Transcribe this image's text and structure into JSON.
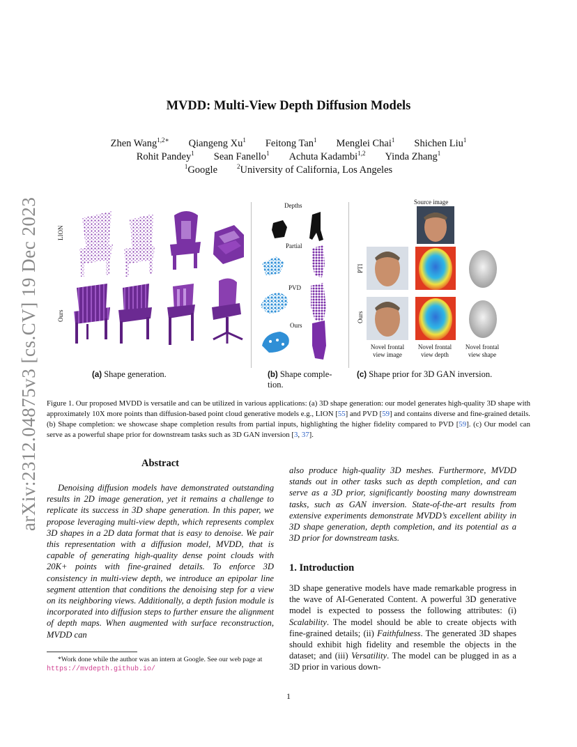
{
  "title": "MVDD: Multi-View Depth Diffusion Models",
  "authors_line1": [
    {
      "name": "Zhen Wang",
      "sup": "1,2∗"
    },
    {
      "name": "Qiangeng Xu",
      "sup": "1"
    },
    {
      "name": "Feitong Tan",
      "sup": "1"
    },
    {
      "name": "Menglei Chai",
      "sup": "1"
    },
    {
      "name": "Shichen Liu",
      "sup": "1"
    }
  ],
  "authors_line2": [
    {
      "name": "Rohit Pandey",
      "sup": "1"
    },
    {
      "name": "Sean Fanello",
      "sup": "1"
    },
    {
      "name": "Achuta Kadambi",
      "sup": "1,2"
    },
    {
      "name": "Yinda Zhang",
      "sup": "1"
    }
  ],
  "affiliations": [
    {
      "sup": "1",
      "name": "Google"
    },
    {
      "sup": "2",
      "name": "University of California, Los Angeles"
    }
  ],
  "arxiv_stamp": "arXiv:2312.04875v3  [cs.CV]  19 Dec 2023",
  "figure": {
    "panel_a": {
      "row_labels": [
        "LION",
        "Ours"
      ],
      "letter": "(a)",
      "caption": "Shape generation."
    },
    "panel_b": {
      "labels": [
        "Depths",
        "Partial",
        "PVD",
        "Ours"
      ],
      "letter": "(b)",
      "caption_l1": "Shape comple-",
      "caption_l2": "tion."
    },
    "panel_c": {
      "source_label": "Source image",
      "row_labels": [
        "PTI",
        "Ours"
      ],
      "col_labels": [
        [
          "Novel frontal",
          "view image"
        ],
        [
          "Novel frontal",
          "view depth"
        ],
        [
          "Novel frontal",
          "view shape"
        ]
      ],
      "letter": "(c)",
      "caption": "Shape prior for 3D GAN inversion."
    },
    "caption_parts": {
      "p1": "Figure 1. Our proposed MVDD is versatile and can be utilized in various applications: (a) 3D shape generation: our model generates high-quality 3D shape with approximately 10X more points than diffusion-based point cloud generative models e.g., LION [",
      "r1": "55",
      "p2": "] and PVD [",
      "r2": "59",
      "p3": "] and contains diverse and fine-grained details. (b) Shape completion: we showcase shape completion results from partial inputs, highlighting the higher fidelity compared to PVD [",
      "r3": "59",
      "p4": "]. (c) Our model can serve as a powerful shape prior for downstream tasks such as 3D GAN inversion [",
      "r4": "3",
      "sep": ", ",
      "r5": "37",
      "p5": "]."
    }
  },
  "abstract": {
    "heading": "Abstract",
    "left_text": "Denoising diffusion models have demonstrated outstanding results in 2D image generation, yet it remains a challenge to replicate its success in 3D shape generation. In this paper, we propose leveraging multi-view depth, which represents complex 3D shapes in a 2D data format that is easy to denoise. We pair this representation with a diffusion model, MVDD, that is capable of generating high-quality dense point clouds with 20K+ points with fine-grained details. To enforce 3D consistency in multi-view depth, we introduce an epipolar line segment attention that conditions the denoising step for a view on its neighboring views. Additionally, a depth fusion module is incorporated into diffusion steps to further ensure the alignment of depth maps. When augmented with surface reconstruction, MVDD can",
    "right_text": "also produce high-quality 3D meshes. Furthermore, MVDD stands out in other tasks such as depth completion, and can serve as a 3D prior, significantly boosting many downstream tasks, such as GAN inversion. State-of-the-art results from extensive experiments demonstrate MVDD’s excellent ability in 3D shape generation, depth completion, and its potential as a 3D prior for downstream tasks."
  },
  "introduction": {
    "heading": "1. Introduction",
    "t1": "3D shape generative models have made remarkable progress in the wave of AI-Generated Content. A powerful 3D generative model is expected to possess the following attributes: (i) ",
    "e1": "Scalability",
    "t2": ". The model should be able to create objects with fine-grained details; (ii) ",
    "e2": "Faithfulness",
    "t3": ". The generated 3D shapes should exhibit high fidelity and resemble the objects in the dataset; and (iii) ",
    "e3": "Versatility",
    "t4": ". The model can be plugged in as a 3D prior in various down-"
  },
  "footnote": {
    "text": "*Work done while the author was an intern at Google. See our web page at ",
    "url": "https://mvdepth.github.io/"
  },
  "page_number": "1",
  "colors": {
    "purple": "#8a3fb0",
    "purple_dark": "#5c1f80",
    "point_blue": "#2f8fd6",
    "link_blue": "#2a5fc4",
    "url_pink": "#d04090"
  }
}
